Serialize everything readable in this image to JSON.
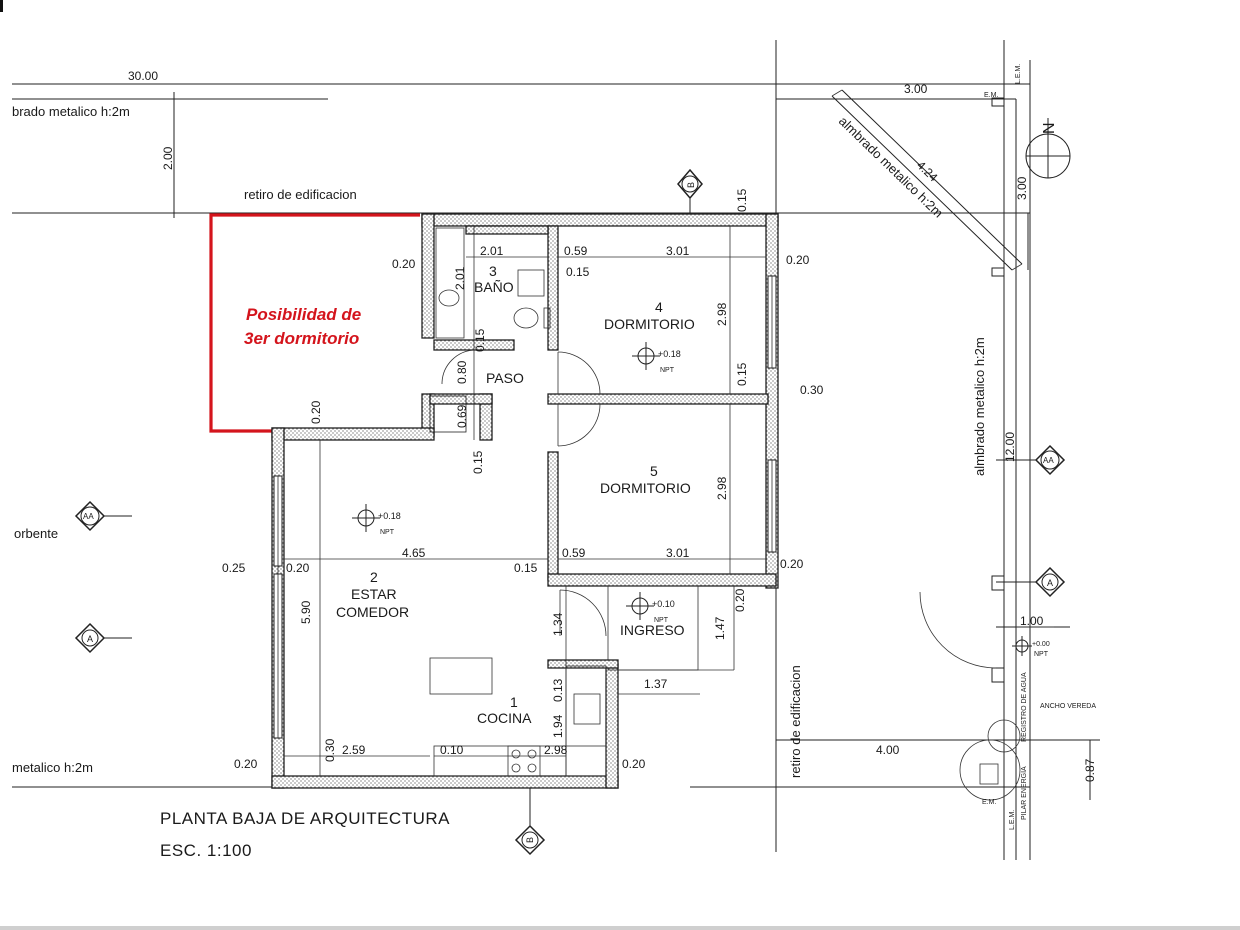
{
  "plan": {
    "title": "PLANTA BAJA DE ARQUITECTURA",
    "scale": "ESC. 1:100",
    "highlight": {
      "line1": "Posibilidad de",
      "line2": "3er dormitorio",
      "color": "#d4141c"
    },
    "rooms": {
      "bano": {
        "number": "3",
        "name": "BAÑO"
      },
      "dorm4": {
        "number": "4",
        "name": "DORMITORIO"
      },
      "paso": {
        "name": "PASO"
      },
      "dorm5": {
        "number": "5",
        "name": "DORMITORIO"
      },
      "estar": {
        "number": "2",
        "name1": "ESTAR",
        "name2": "COMEDOR"
      },
      "ingreso": {
        "name": "INGRESO"
      },
      "cocina": {
        "number": "1",
        "name": "COCINA"
      }
    },
    "levels": {
      "dorm4": {
        "value": "+0.18",
        "ref": "NPT"
      },
      "estar": {
        "value": "+0.18",
        "ref": "NPT"
      },
      "ingreso": {
        "value": "+0.10",
        "ref": "NPT"
      },
      "exterior": {
        "value": "+0.00",
        "ref": "NPT"
      }
    },
    "labels": {
      "fence_top": "brado metalico h:2m",
      "fence_bottom": "metalico h:2m",
      "setback_top": "retiro de edificacion",
      "setback_right": "retiro de edificacion",
      "fence_diagonal": "almbrado metalico h:2m",
      "fence_right": "almbrado metalico h:2m",
      "orbente": "orbente",
      "le_top": "L.E.M.",
      "em_top": "E.M.",
      "em_bottom": "E.M.",
      "le_bottom": "L.E.M.",
      "ancho_vereda": "ANCHO VEREDA",
      "registro_agua": "REGISTRO DE AGUA",
      "pilar_energia": "PILAR ENERGIA"
    },
    "markers": {
      "b": "B",
      "aa": "AA",
      "a": "A"
    },
    "dimensions": {
      "d30_00": "30.00",
      "d2_00": "2.00",
      "d3_00_top": "3.00",
      "d3_00_right": "3.00",
      "d4_24": "4.24",
      "d0_15_top": "0.15",
      "d0_20_bano": "0.20",
      "d2_01_h": "2.01",
      "d2_01_v": "2.01",
      "d0_59_top": "0.59",
      "d3_01_top": "3.01",
      "d0_15_bano": "0.15",
      "d0_20_right_top": "0.20",
      "d2_98_dorm4": "2.98",
      "d0_15_paso": "0.15",
      "d0_80": "0.80",
      "d0_15_right": "0.15",
      "d0_30": "0.30",
      "d0_20_left": "0.20",
      "d0_69": "0.69",
      "d0_15_mid": "0.15",
      "d2_98_dorm5": "2.98",
      "d12_00": "12.00",
      "d0_25": "0.25",
      "d0_20_estar": "0.20",
      "d4_65": "4.65",
      "d0_15_estar": "0.15",
      "d0_59_bottom": "0.59",
      "d3_01_bottom": "3.01",
      "d0_20_dorm5": "0.20",
      "d5_90": "5.90",
      "d1_34": "1.34",
      "d0_20_ingreso": "0.20",
      "d1_47": "1.47",
      "d1_00": "1.00",
      "d1_37": "1.37",
      "d0_13": "0.13",
      "d1_94": "1.94",
      "d0_30_bottom": "0.30",
      "d2_59": "2.59",
      "d0_10": "0.10",
      "d2_98_bottom": "2.98",
      "d0_20_bl": "0.20",
      "d0_20_br": "0.20",
      "d4_00": "4.00",
      "d0_87": "0.87"
    }
  }
}
